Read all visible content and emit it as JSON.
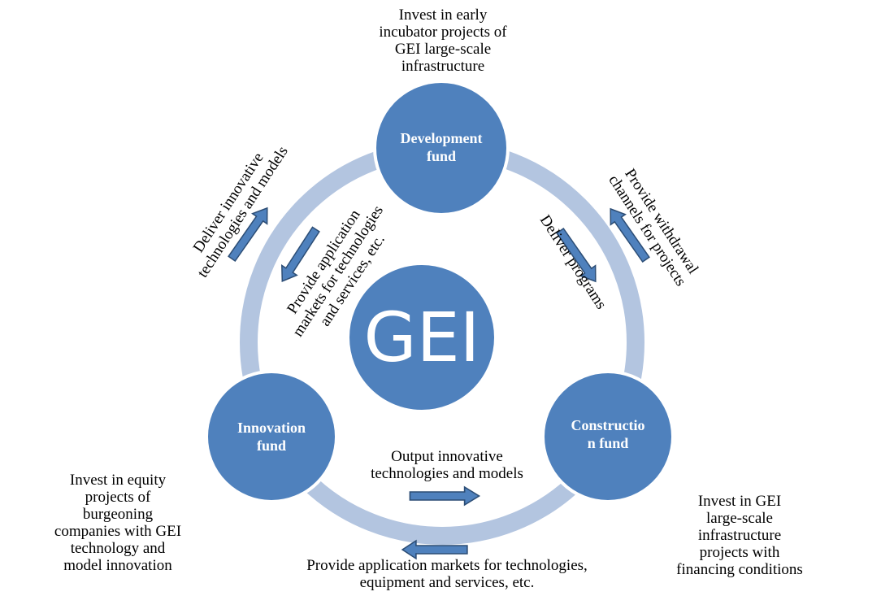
{
  "colors": {
    "ring": "#b3c5e0",
    "node_fill": "#4f81bd",
    "node_stroke": "#ffffff",
    "arrow_fill": "#4f81bd",
    "arrow_stroke": "#2c4d75"
  },
  "center": {
    "label": "GEI"
  },
  "nodes": {
    "development": {
      "label_line1": "Development",
      "label_line2": "fund"
    },
    "innovation": {
      "label_line1": "Innovation",
      "label_line2": "fund"
    },
    "construction": {
      "label_line1": "Constructio",
      "label_line2": "n fund"
    }
  },
  "annotations": {
    "top": [
      "Invest in early",
      "incubator projects of",
      "GEI large-scale",
      "infrastructure"
    ],
    "left": [
      "Invest in equity",
      "projects of",
      "burgeoning",
      "companies with GEI",
      "technology and",
      "model innovation"
    ],
    "right": [
      "Invest in GEI",
      "large-scale",
      "infrastructure",
      "projects with",
      "financing conditions"
    ]
  },
  "flows": {
    "deliver_innovative": [
      "Deliver innovative",
      "technologies and models"
    ],
    "provide_application_markets": [
      "Provide application",
      "markets for technologies",
      "and services, etc."
    ],
    "deliver_programs": [
      "Deliver programs"
    ],
    "provide_withdrawal": [
      "Provide withdrawal",
      "channels for projects"
    ],
    "output_innovative": [
      "Output innovative",
      "technologies and models"
    ],
    "provide_markets_bottom": [
      "Provide application markets for technologies,",
      "equipment and services, etc."
    ]
  }
}
